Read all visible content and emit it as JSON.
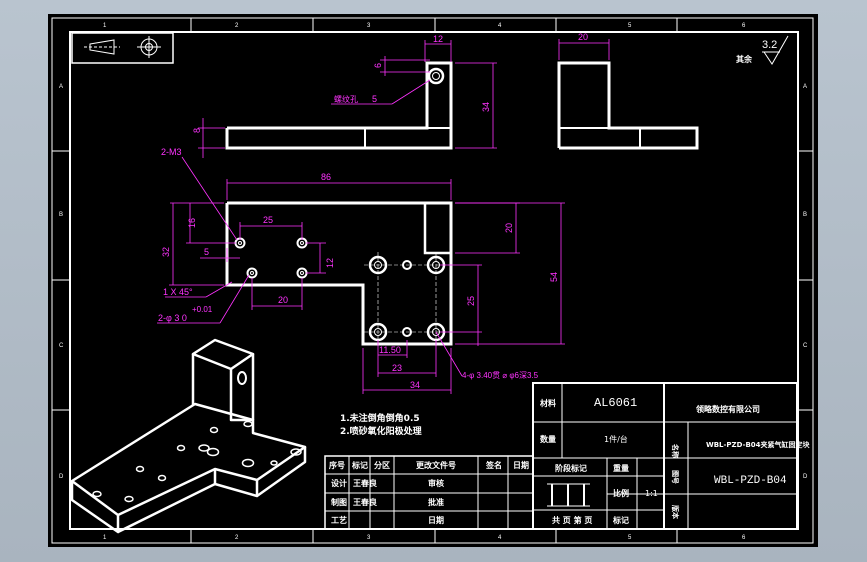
{
  "colors": {
    "paper": "#000000",
    "line": "#ffffff",
    "dimension": "#ff33ff",
    "frame_bg": "#b9c4cf"
  },
  "zones": {
    "top": [
      "1",
      "2",
      "3",
      "4",
      "5",
      "6"
    ],
    "bottom": [
      "1",
      "2",
      "3",
      "4",
      "5",
      "6"
    ],
    "left": [
      "A",
      "B",
      "C",
      "D"
    ],
    "right": [
      "A",
      "B",
      "C",
      "D"
    ]
  },
  "projection_symbol": "first-angle-projection-icon",
  "roughness": {
    "prefix": "其余",
    "value": "3.2"
  },
  "dimensions": {
    "top_view": {
      "width_12": "12",
      "depth_6": "6",
      "height_34": "34",
      "thickness_8": "8",
      "note_label": "螺纹孔",
      "note_value": "5"
    },
    "side_view": {
      "width_20": "20"
    },
    "front_view": {
      "length_86": "86",
      "holes_m3": "2-M3",
      "span_25": "25",
      "height_16": "16",
      "edge_5": "5",
      "height_32": "32",
      "gap_12": "12",
      "chamfer": "1 X 45°",
      "span_20": "20",
      "pin_note": "2-φ 3 0",
      "pin_tol": "+0.01",
      "slot_20": "20",
      "height_54": "54",
      "height_25": "25",
      "dist_11_50": "11.50",
      "dist_23": "23",
      "dist_34": "34",
      "cbore_note": "4-φ 3.40贯 ⌀ φ6深3.5"
    }
  },
  "notes": [
    "1.未注倒角倒角0.5",
    "2.喷砂氧化阳极处理"
  ],
  "title_block": {
    "material_label": "材料",
    "material": "AL6061",
    "company": "领略数控有限公司",
    "qty_label": "数量",
    "qty": "1件/台",
    "name_label": "名称",
    "name": "WBL-PZD-B04夹紧气缸固定块",
    "drawing_no_label": "图号",
    "drawing_no": "WBL-PZD-B04",
    "record_label": "日期",
    "stage_label": "阶段标记",
    "weight_label": "重量",
    "scale_label": "比例",
    "scale": "1:1",
    "sheet_label": "共 页 第 页",
    "version_label": "版本",
    "remark_label": "标记",
    "rows": [
      {
        "cells": [
          "序号",
          "标记",
          "分区",
          "更改文件号",
          "签名",
          "日期"
        ]
      },
      {
        "cells": [
          "设计",
          "王春良",
          "",
          "审核",
          "",
          ""
        ]
      },
      {
        "cells": [
          "制图",
          "王春良",
          "",
          "批准",
          "",
          ""
        ]
      },
      {
        "cells": [
          "工艺",
          "",
          "",
          "日期",
          "",
          ""
        ]
      }
    ]
  }
}
